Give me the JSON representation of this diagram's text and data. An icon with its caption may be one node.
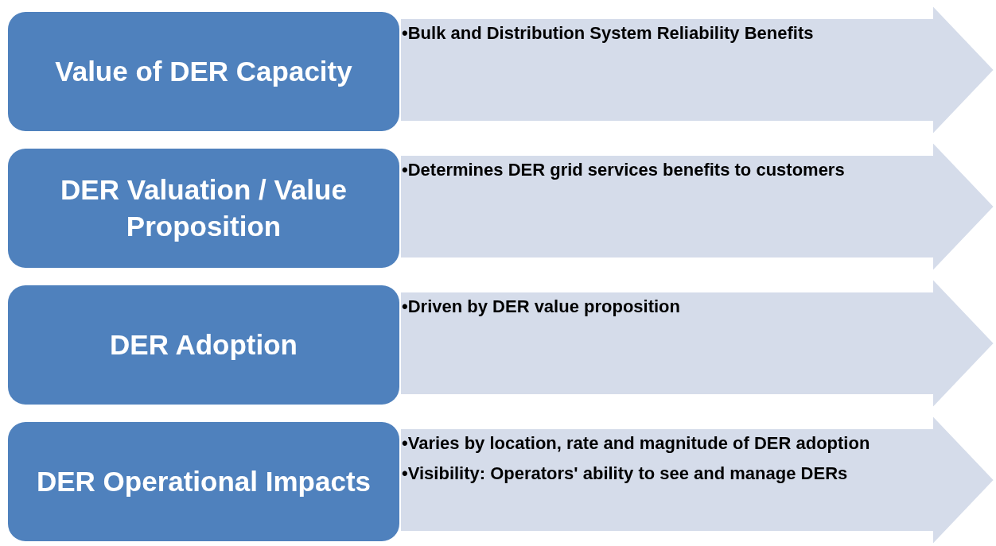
{
  "diagram": {
    "nodes": [
      {
        "text": [
          "Value of DER Capacity"
        ]
      },
      {
        "text": [
          "•Bulk and Distribution System Reliability Benefits"
        ]
      },
      {
        "text": [
          "DER Valuation / Value Proposition"
        ]
      },
      {
        "text": [
          "•Determines DER grid services benefits to customers"
        ]
      },
      {
        "text": [
          "DER Adoption"
        ]
      },
      {
        "text": [
          "•Driven by DER value proposition"
        ]
      },
      {
        "text": [
          "DER Operational Impacts"
        ]
      },
      {
        "text": [
          "•Varies by location, rate and magnitude of DER adoption",
          "•Visibility: Operators' ability to see and manage DERs"
        ]
      }
    ]
  }
}
